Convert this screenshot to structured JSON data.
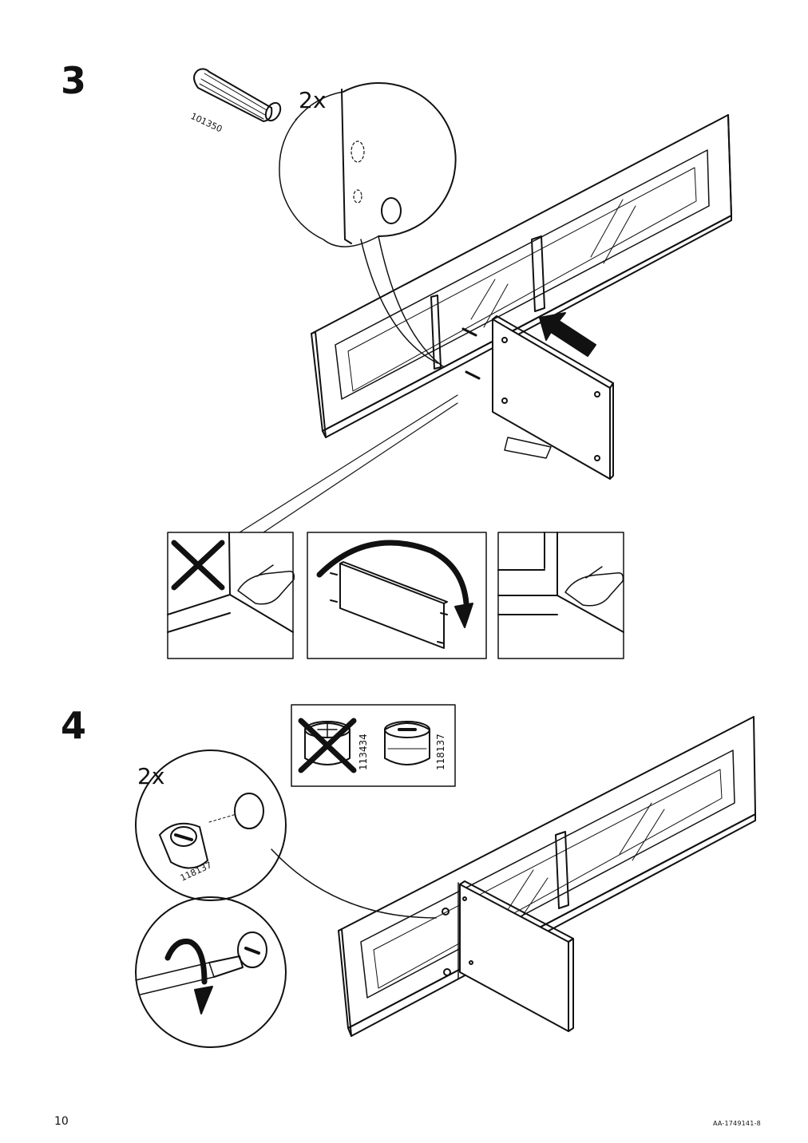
{
  "steps": [
    {
      "number": "3",
      "quantity": "2x",
      "part_number": "101350"
    },
    {
      "number": "4",
      "quantity": "2x",
      "part_number": "118137",
      "wrong_part": "113434",
      "right_part": "118137"
    }
  ],
  "footer": {
    "page_number": "10",
    "document_code": "AA-1749141-8"
  }
}
